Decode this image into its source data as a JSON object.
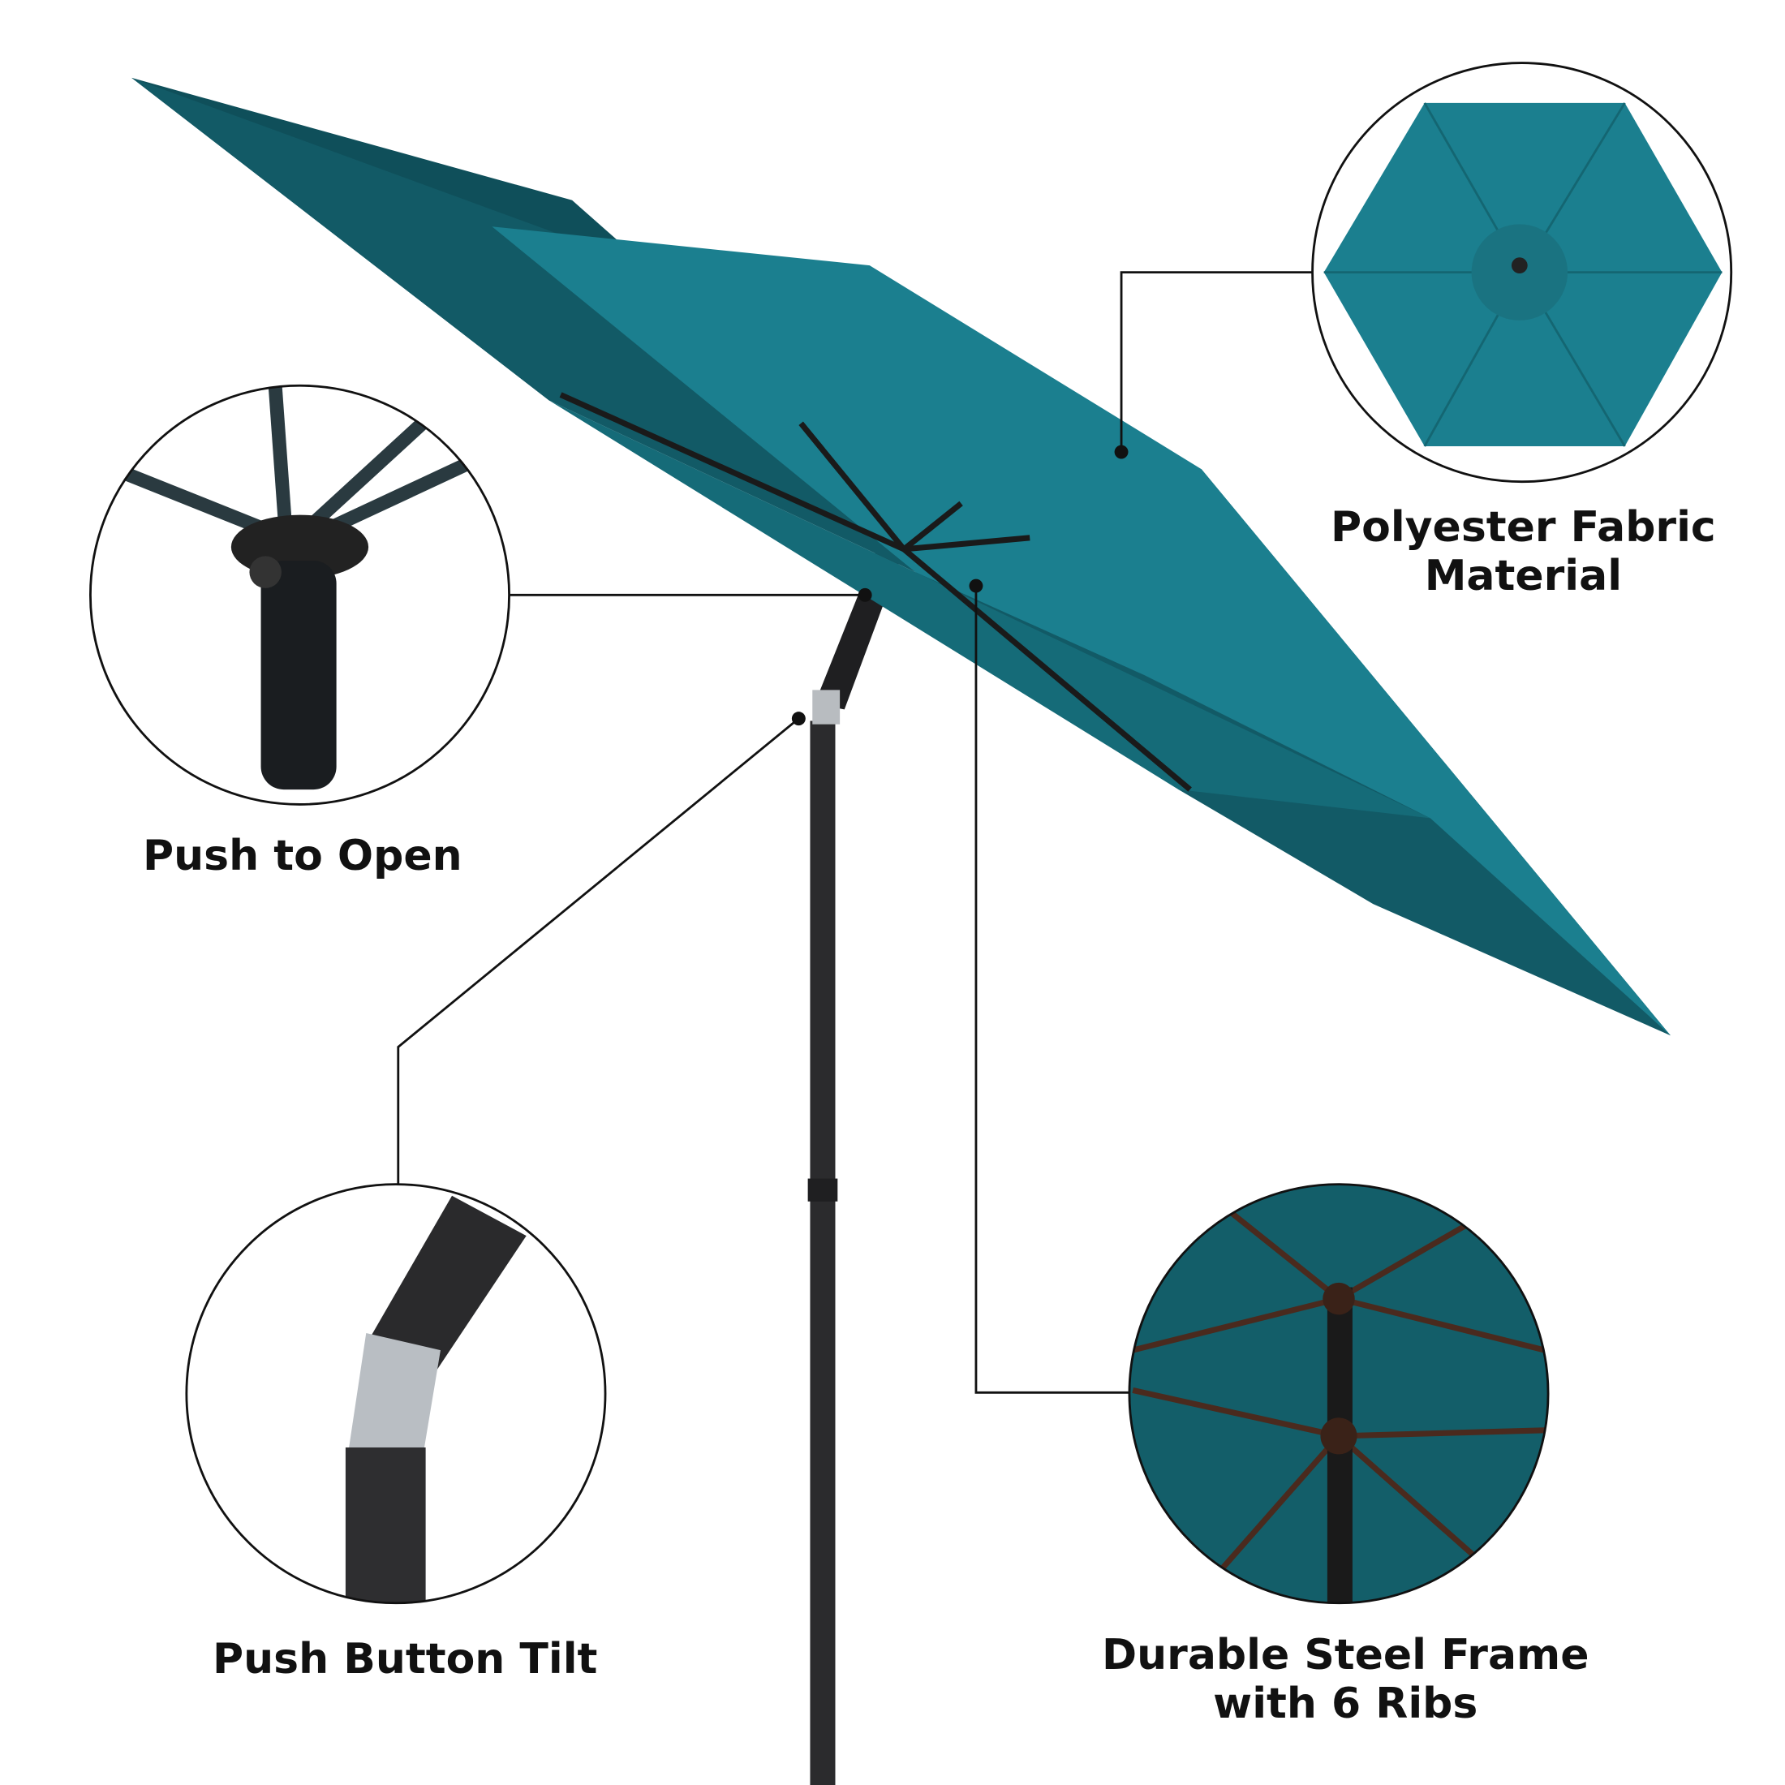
{
  "callouts": {
    "fabric": {
      "line1": "Polyester Fabric",
      "line2": "Material"
    },
    "open": {
      "text": "Push to Open"
    },
    "tilt": {
      "text": "Push Button Tilt"
    },
    "frame": {
      "line1": "Durable Steel Frame",
      "line2": "with 6 Ribs"
    }
  },
  "colors": {
    "canopy": "#1b7f8f",
    "canopy_shadow": "#125a66",
    "pole": "#2b2b2d",
    "line": "#111111"
  },
  "icons": [
    "umbrella-image",
    "fabric-detail-image",
    "push-open-detail-image",
    "tilt-detail-image",
    "frame-detail-image"
  ]
}
